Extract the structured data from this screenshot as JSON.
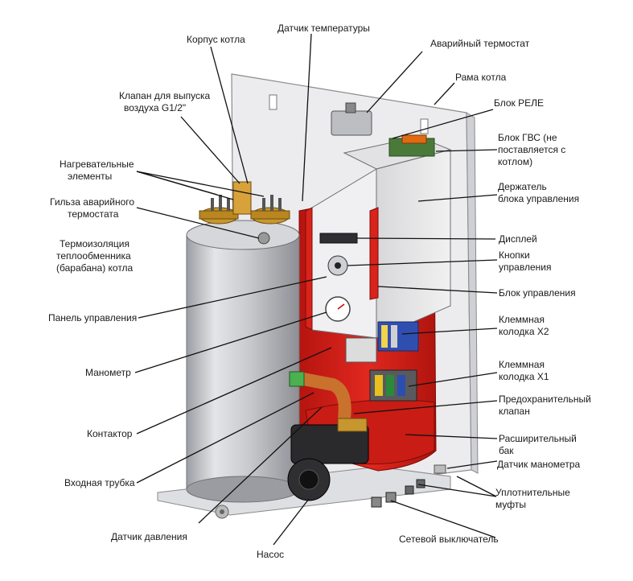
{
  "labels": {
    "korpus": "Корпус котла",
    "datchik_temp": "Датчик температуры",
    "avar_termostat": "Аварийный термостат",
    "rama": "Рама котла",
    "klapan_vozduh_1": "Клапан для выпуска",
    "klapan_vozduh_2": "воздуха G1/2\"",
    "blok_rele": "Блок РЕЛЕ",
    "blok_gvs_1": "Блок ГВС (не",
    "blok_gvs_2": "поставляется с",
    "blok_gvs_3": "котлом)",
    "nagrev_1": "Нагревательные",
    "nagrev_2": "элементы",
    "derzhatel_1": "Держатель",
    "derzhatel_2": "блока управления",
    "gilza_1": "Гильза аварийного",
    "gilza_2": "термостата",
    "termoizol_1": "Термоизоляция",
    "termoizol_2": "теплообменника",
    "termoizol_3": "(барабана) котла",
    "displey": "Дисплей",
    "knopki_1": "Кнопки",
    "knopki_2": "управления",
    "blok_upr": "Блок управления",
    "panel_upr": "Панель управления",
    "klemm_x2_1": "Клеммная",
    "klemm_x2_2": "колодка Х2",
    "manometr": "Манометр",
    "klemm_x1_1": "Клеммная",
    "klemm_x1_2": "колодка Х1",
    "predohr_1": "Предохранительный",
    "predohr_2": "клапан",
    "kontaktor": "Контактор",
    "rasshir_1": "Расширительный",
    "rasshir_2": "бак",
    "datchik_manom": "Датчик манометра",
    "vhodnaya": "Входная трубка",
    "uplotn_1": "Уплотнительные",
    "uplotn_2": "муфты",
    "datchik_davl": "Датчик давления",
    "setevoy": "Сетевой выключатель",
    "nasos": "Насос"
  },
  "colors": {
    "tank_red": "#d9231b",
    "frame_grey": "#e9e9ea",
    "cylinder_grey": "#c8c9cc",
    "brass": "#c8962e",
    "leader": "#111111"
  }
}
